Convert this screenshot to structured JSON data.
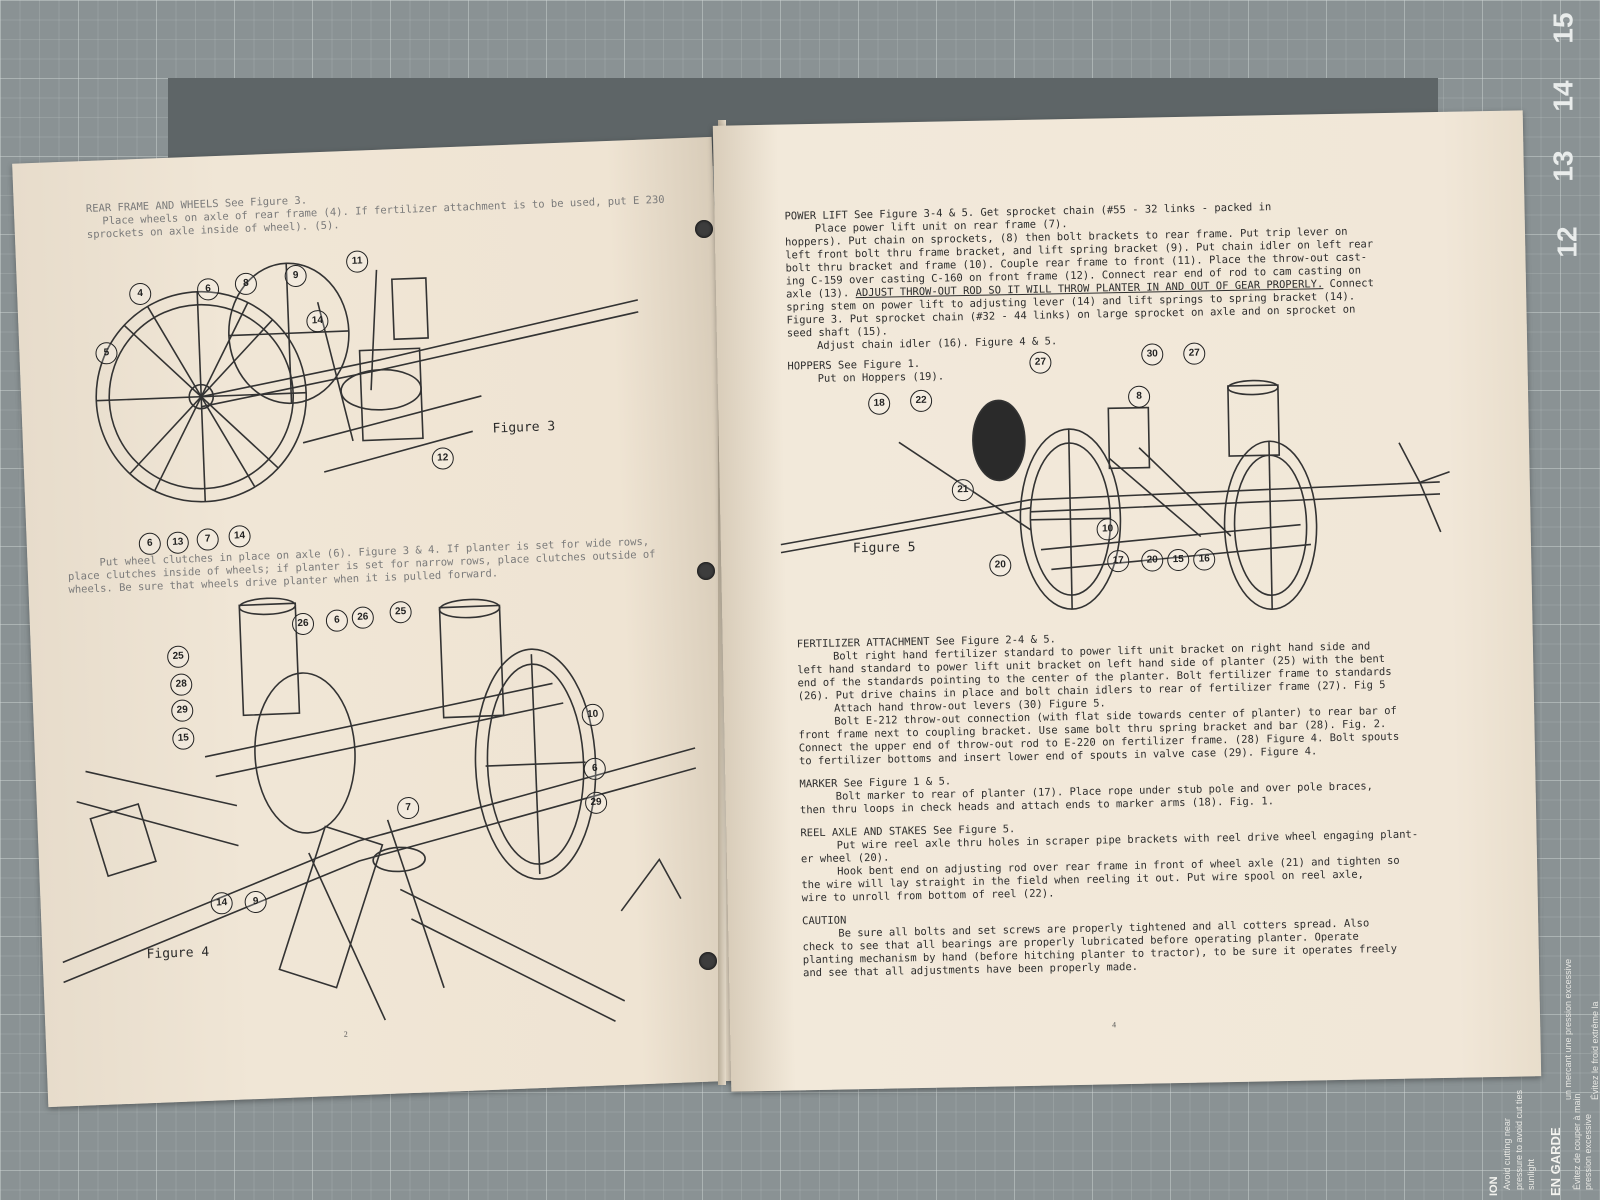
{
  "mat": {
    "ruler_numbers": [
      "15",
      "14",
      "13",
      "12"
    ],
    "label_main": "EN GARDE",
    "label_secondary": "ION",
    "label_lines": [
      "Évitez de couper à main",
      "pression excessive",
      "un mercant une pression excessive",
      "Évitez le froid extrême la",
      "Avoid cutting near",
      "pressure to avoid cut ties",
      "sunlight"
    ]
  },
  "left_page": {
    "section_rear_frame": [
      "REAR FRAME AND WHEELS  See Figure 3.",
      "Place wheels on axle of rear frame (4). If fertilizer attachment is to be used, put E 230",
      "sprockets on axle inside of wheel). (5)."
    ],
    "figure3_label": "Figure 3",
    "figure3_callouts": [
      "4",
      "6",
      "8",
      "9",
      "11",
      "14",
      "5",
      "12",
      "6",
      "13",
      "7",
      "14"
    ],
    "section_clutches": [
      "Put wheel clutches in place on axle (6). Figure 3 & 4. If planter is set for wide rows,",
      "place clutches inside of wheels; if planter is set for narrow rows, place clutches outside of",
      "wheels. Be sure that wheels drive planter when it is pulled forward."
    ],
    "figure4_label": "Figure 4",
    "figure4_callouts": [
      "26",
      "6",
      "26",
      "25",
      "25",
      "28",
      "29",
      "15",
      "10",
      "6",
      "7",
      "29",
      "14",
      "9"
    ],
    "page_number": "2"
  },
  "right_page": {
    "section_power_lift": [
      "POWER LIFT  See Figure 3-4 & 5.  Get sprocket chain (#55 - 32 links - packed in",
      "Place power lift unit on rear frame (7).",
      "hoppers). Put chain on sprockets, (8) then bolt brackets to rear frame. Put trip lever on",
      "left front bolt thru frame bracket, and lift spring bracket (9). Put chain idler on left rear",
      "bolt thru bracket and frame (10). Couple rear frame to front (11). Place the throw-out cast-",
      "ing C-159 over casting C-160 on front frame (12). Connect rear end of rod to cam casting on",
      "axle (13).",
      "ADJUST THROW-OUT ROD SO IT WILL THROW PLANTER IN AND OUT OF GEAR PROPERLY.",
      "Connect",
      "spring stem on power lift to adjusting lever (14) and lift springs to spring bracket (14).",
      "Figure 3. Put sprocket chain (#32 - 44 links) on large sprocket on axle and on sprocket on",
      "seed shaft (15).",
      "Adjust chain idler (16). Figure 4 & 5."
    ],
    "section_hoppers": [
      "HOPPERS  See Figure 1.",
      "Put on Hoppers (19)."
    ],
    "figure5_label": "Figure 5",
    "figure5_callouts": [
      "18",
      "22",
      "27",
      "30",
      "27",
      "8",
      "21",
      "10",
      "20",
      "17",
      "20",
      "15",
      "16"
    ],
    "section_fertilizer": [
      "FERTILIZER ATTACHMENT  See Figure 2-4 & 5.",
      "Bolt right hand fertilizer standard to power lift unit bracket on right hand side and",
      "left hand standard to power lift unit bracket on left hand side of planter (25) with the bent",
      "end of the standards pointing to the center of the planter. Bolt fertilizer frame to standards",
      "(26). Put drive chains in place and bolt chain idlers to rear of fertilizer frame (27). Fig 5",
      "Attach hand throw-out levers (30) Figure 5.",
      "Bolt E-212 throw-out connection (with flat side towards center of planter) to rear bar of",
      "front frame next to coupling bracket. Use same bolt thru spring bracket and bar (28). Fig. 2.",
      "Connect the upper end of throw-out rod to E-220 on fertilizer frame. (28) Figure 4. Bolt spouts",
      "to fertilizer bottoms and insert lower end of spouts in valve case (29). Figure 4."
    ],
    "section_marker": [
      "MARKER  See Figure 1 & 5.",
      "Bolt marker to rear of planter (17). Place rope under stub pole and over pole braces,",
      "then thru loops in check heads and attach ends to marker arms (18). Fig. 1."
    ],
    "section_reel": [
      "REEL AXLE AND STAKES  See Figure 5.",
      "Put wire reel axle thru holes in scraper pipe brackets with reel drive wheel engaging plant-",
      "er wheel (20).",
      "Hook bent end on adjusting rod over rear frame in front of wheel axle (21) and tighten so",
      "the wire will lay straight in the field when reeling it out. Put wire spool on reel axle,",
      "wire to unroll from bottom of reel (22)."
    ],
    "section_caution": [
      "CAUTION",
      "Be sure all bolts and set screws are properly tightened and all cotters spread. Also",
      "check to see that all bearings are properly lubricated before operating planter. Operate",
      "planting mechanism by hand (before hitching planter to tractor), to be sure it operates freely",
      "and see that all adjustments have been properly made."
    ],
    "page_number": "4"
  }
}
